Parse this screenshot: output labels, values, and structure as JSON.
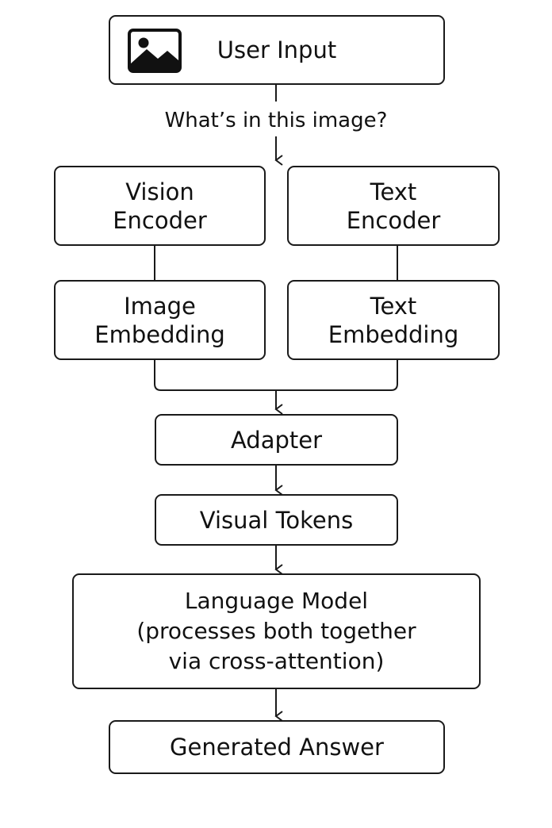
{
  "nodes": {
    "user_input": {
      "label": "User Input",
      "icon": "image-icon"
    },
    "vision_encoder": {
      "line1": "Vision",
      "line2": "Encoder"
    },
    "text_encoder": {
      "line1": "Text",
      "line2": "Encoder"
    },
    "image_embedding": {
      "line1": "Image",
      "line2": "Embedding"
    },
    "text_embedding": {
      "line1": "Text",
      "line2": "Embedding"
    },
    "adapter": {
      "label": "Adapter"
    },
    "visual_tokens": {
      "label": "Visual Tokens"
    },
    "language_model": {
      "line1": "Language Model",
      "line2": "(processes both together",
      "line3": "via cross-attention)"
    },
    "generated_answer": {
      "label": "Generated Answer"
    }
  },
  "edges": {
    "query_label": "What’s in this image?"
  },
  "colors": {
    "stroke": "#1a1a1a",
    "background": "#ffffff"
  }
}
